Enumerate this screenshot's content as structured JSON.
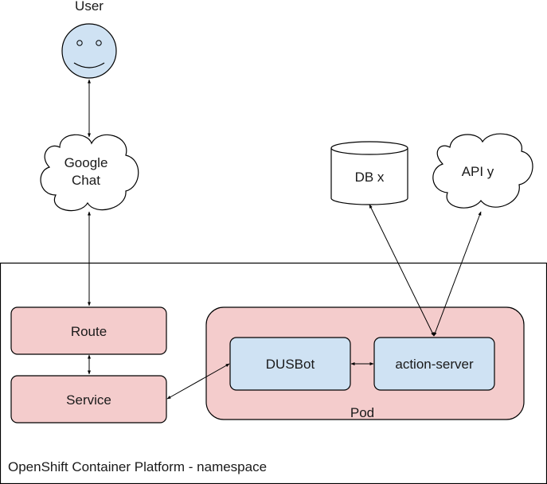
{
  "diagram": {
    "user": {
      "label": "User"
    },
    "google_chat": {
      "label_line1": "Google",
      "label_line2": "Chat"
    },
    "db": {
      "label": "DB x"
    },
    "api": {
      "label": "API y"
    },
    "namespace": {
      "label": "OpenShift Container Platform - namespace"
    },
    "route": {
      "label": "Route"
    },
    "service": {
      "label": "Service"
    },
    "pod": {
      "label": "Pod"
    },
    "dusbot": {
      "label": "DUSBot"
    },
    "action_server": {
      "label": "action-server"
    }
  },
  "colors": {
    "pink": "#f4cccc",
    "blue": "#cfe2f3",
    "stroke": "#000000"
  }
}
